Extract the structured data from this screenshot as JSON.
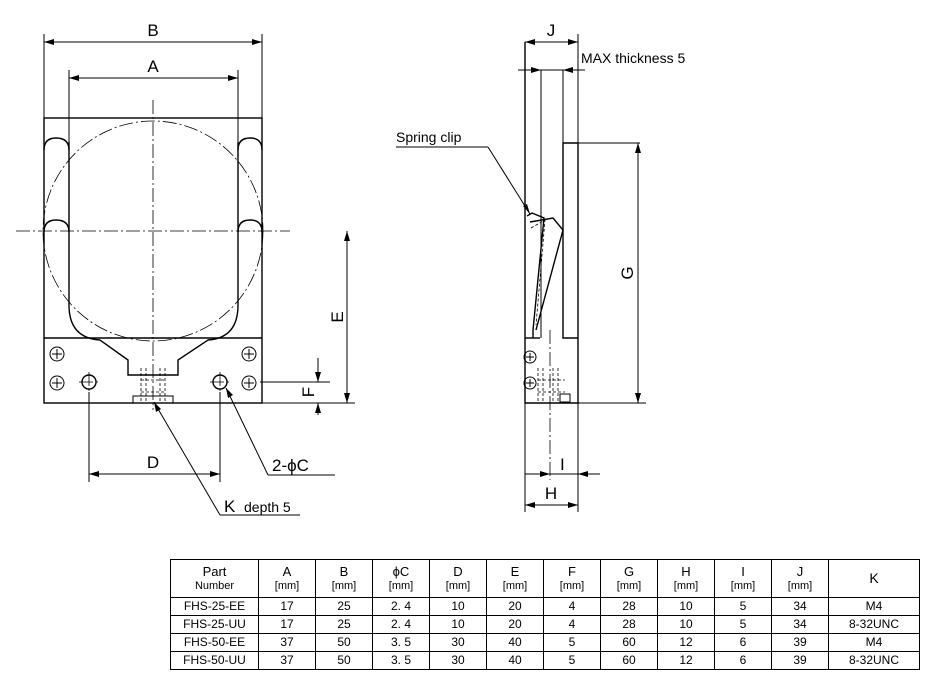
{
  "drawing": {
    "front_view": {
      "dim_B": "B",
      "dim_A": "A",
      "dim_E": "E",
      "dim_F": "F",
      "dim_D": "D",
      "hole_callout": "2-ϕC",
      "thread_callout_letter": "K",
      "thread_callout_depth": "depth 5"
    },
    "side_view": {
      "dim_J": "J",
      "max_thickness_note": "MAX thickness 5",
      "spring_clip_label": "Spring clip",
      "dim_G": "G",
      "dim_I": "I",
      "dim_H": "H"
    }
  },
  "table": {
    "headers": [
      {
        "name": "Part",
        "unit": "Number"
      },
      {
        "name": "A",
        "unit": "[mm]"
      },
      {
        "name": "B",
        "unit": "[mm]"
      },
      {
        "name": "ϕC",
        "unit": "[mm]"
      },
      {
        "name": "D",
        "unit": "[mm]"
      },
      {
        "name": "E",
        "unit": "[mm]"
      },
      {
        "name": "F",
        "unit": "[mm]"
      },
      {
        "name": "G",
        "unit": "[mm]"
      },
      {
        "name": "H",
        "unit": "[mm]"
      },
      {
        "name": "I",
        "unit": "[mm]"
      },
      {
        "name": "J",
        "unit": "[mm]"
      },
      {
        "name": "K",
        "unit": ""
      }
    ],
    "rows": [
      [
        "FHS-25-EE",
        "17",
        "25",
        "2. 4",
        "10",
        "20",
        "4",
        "28",
        "10",
        "5",
        "34",
        "M4"
      ],
      [
        "FHS-25-UU",
        "17",
        "25",
        "2. 4",
        "10",
        "20",
        "4",
        "28",
        "10",
        "5",
        "34",
        "8-32UNC"
      ],
      [
        "FHS-50-EE",
        "37",
        "50",
        "3. 5",
        "30",
        "40",
        "5",
        "60",
        "12",
        "6",
        "39",
        "M4"
      ],
      [
        "FHS-50-UU",
        "37",
        "50",
        "3. 5",
        "30",
        "40",
        "5",
        "60",
        "12",
        "6",
        "39",
        "8-32UNC"
      ]
    ]
  }
}
